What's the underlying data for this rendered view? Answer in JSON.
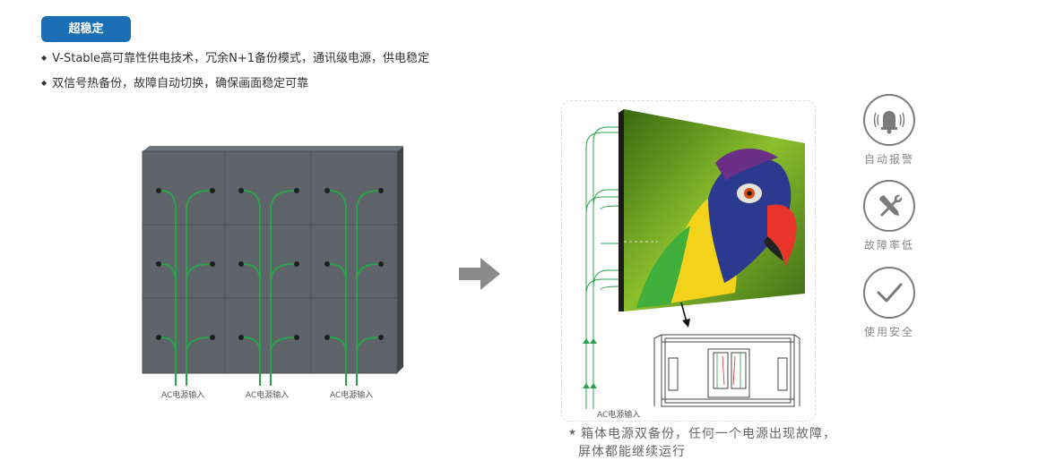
{
  "tag": {
    "label": "超稳定"
  },
  "bullets": [
    "V-Stable高可靠性供电技术，冗余N+1备份模式，通讯级电源，供电稳定",
    "双信号热备份，故障自动切换，确保画面稳定可靠"
  ],
  "cabinet_wall": {
    "input_labels": [
      "AC电源输入",
      "AC电源输入",
      "AC电源输入"
    ]
  },
  "diagram": {
    "input_label": "AC电源输入"
  },
  "features": [
    {
      "icon": "bell-icon",
      "label": "自动报警"
    },
    {
      "icon": "wrench-screwdriver-icon",
      "label": "故障率低"
    },
    {
      "icon": "checkmark-icon",
      "label": "使用安全"
    }
  ],
  "note": {
    "line1": "箱体电源双备份，任何一个电源出现故障，",
    "line2": "屏体都能继续运行"
  },
  "colors": {
    "accent": "#1a6fb5",
    "cabinet": "#5e6469",
    "wire": "#2aa14a",
    "icon_gray": "#7b7b7b"
  }
}
